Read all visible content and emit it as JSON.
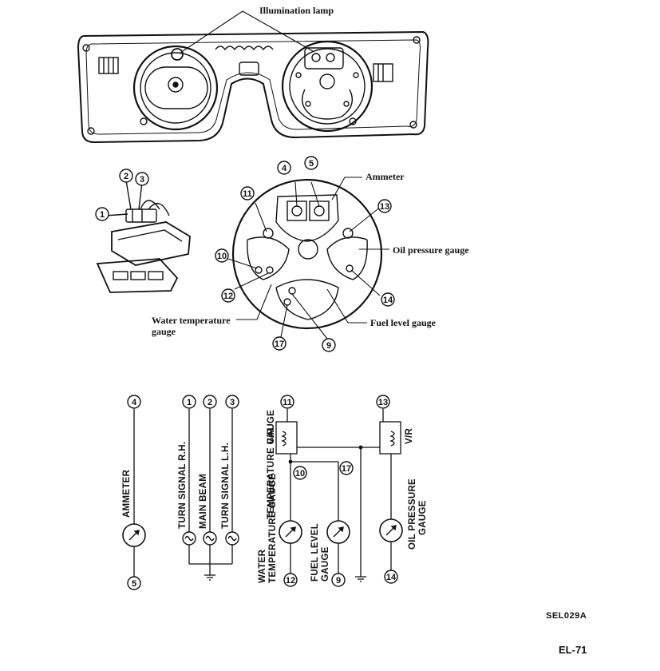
{
  "labels": {
    "illumination_lamp": "Illumination lamp",
    "ammeter": "Ammeter",
    "oil_pressure_gauge": "Oil pressure  gauge",
    "water_temperature_gauge_l1": "Water temperature",
    "water_temperature_gauge_l2": "gauge",
    "fuel_level_gauge": "Fuel level gauge"
  },
  "callouts": {
    "c1": "1",
    "c2": "2",
    "c3": "3",
    "c4": "4",
    "c5": "5",
    "c9": "9",
    "c10": "10",
    "c11": "11",
    "c12": "12",
    "c13": "13",
    "c14": "14",
    "c17": "17"
  },
  "schematic": {
    "ammeter": "AMMETER",
    "turn_signal_rh": "TURN SIGNAL R.H.",
    "main_beam": "MAIN BEAM",
    "turn_signal_lh": "TURN SIGNAL L.H.",
    "vr_left": "V/R",
    "vr_right": "V/R",
    "water_temp_l1": "WATER",
    "water_temp_l2": "TEMPERATURE GAUGE",
    "water_temp_top": "TEMPERATURE GAUGE",
    "fuel_l1": "FUEL LEVEL",
    "fuel_l2": "GAUGE",
    "oil_l1": "OIL PRESSURE",
    "oil_l2": "GAUGE"
  },
  "figure_code": "SEL029A",
  "page_number": "EL-71"
}
